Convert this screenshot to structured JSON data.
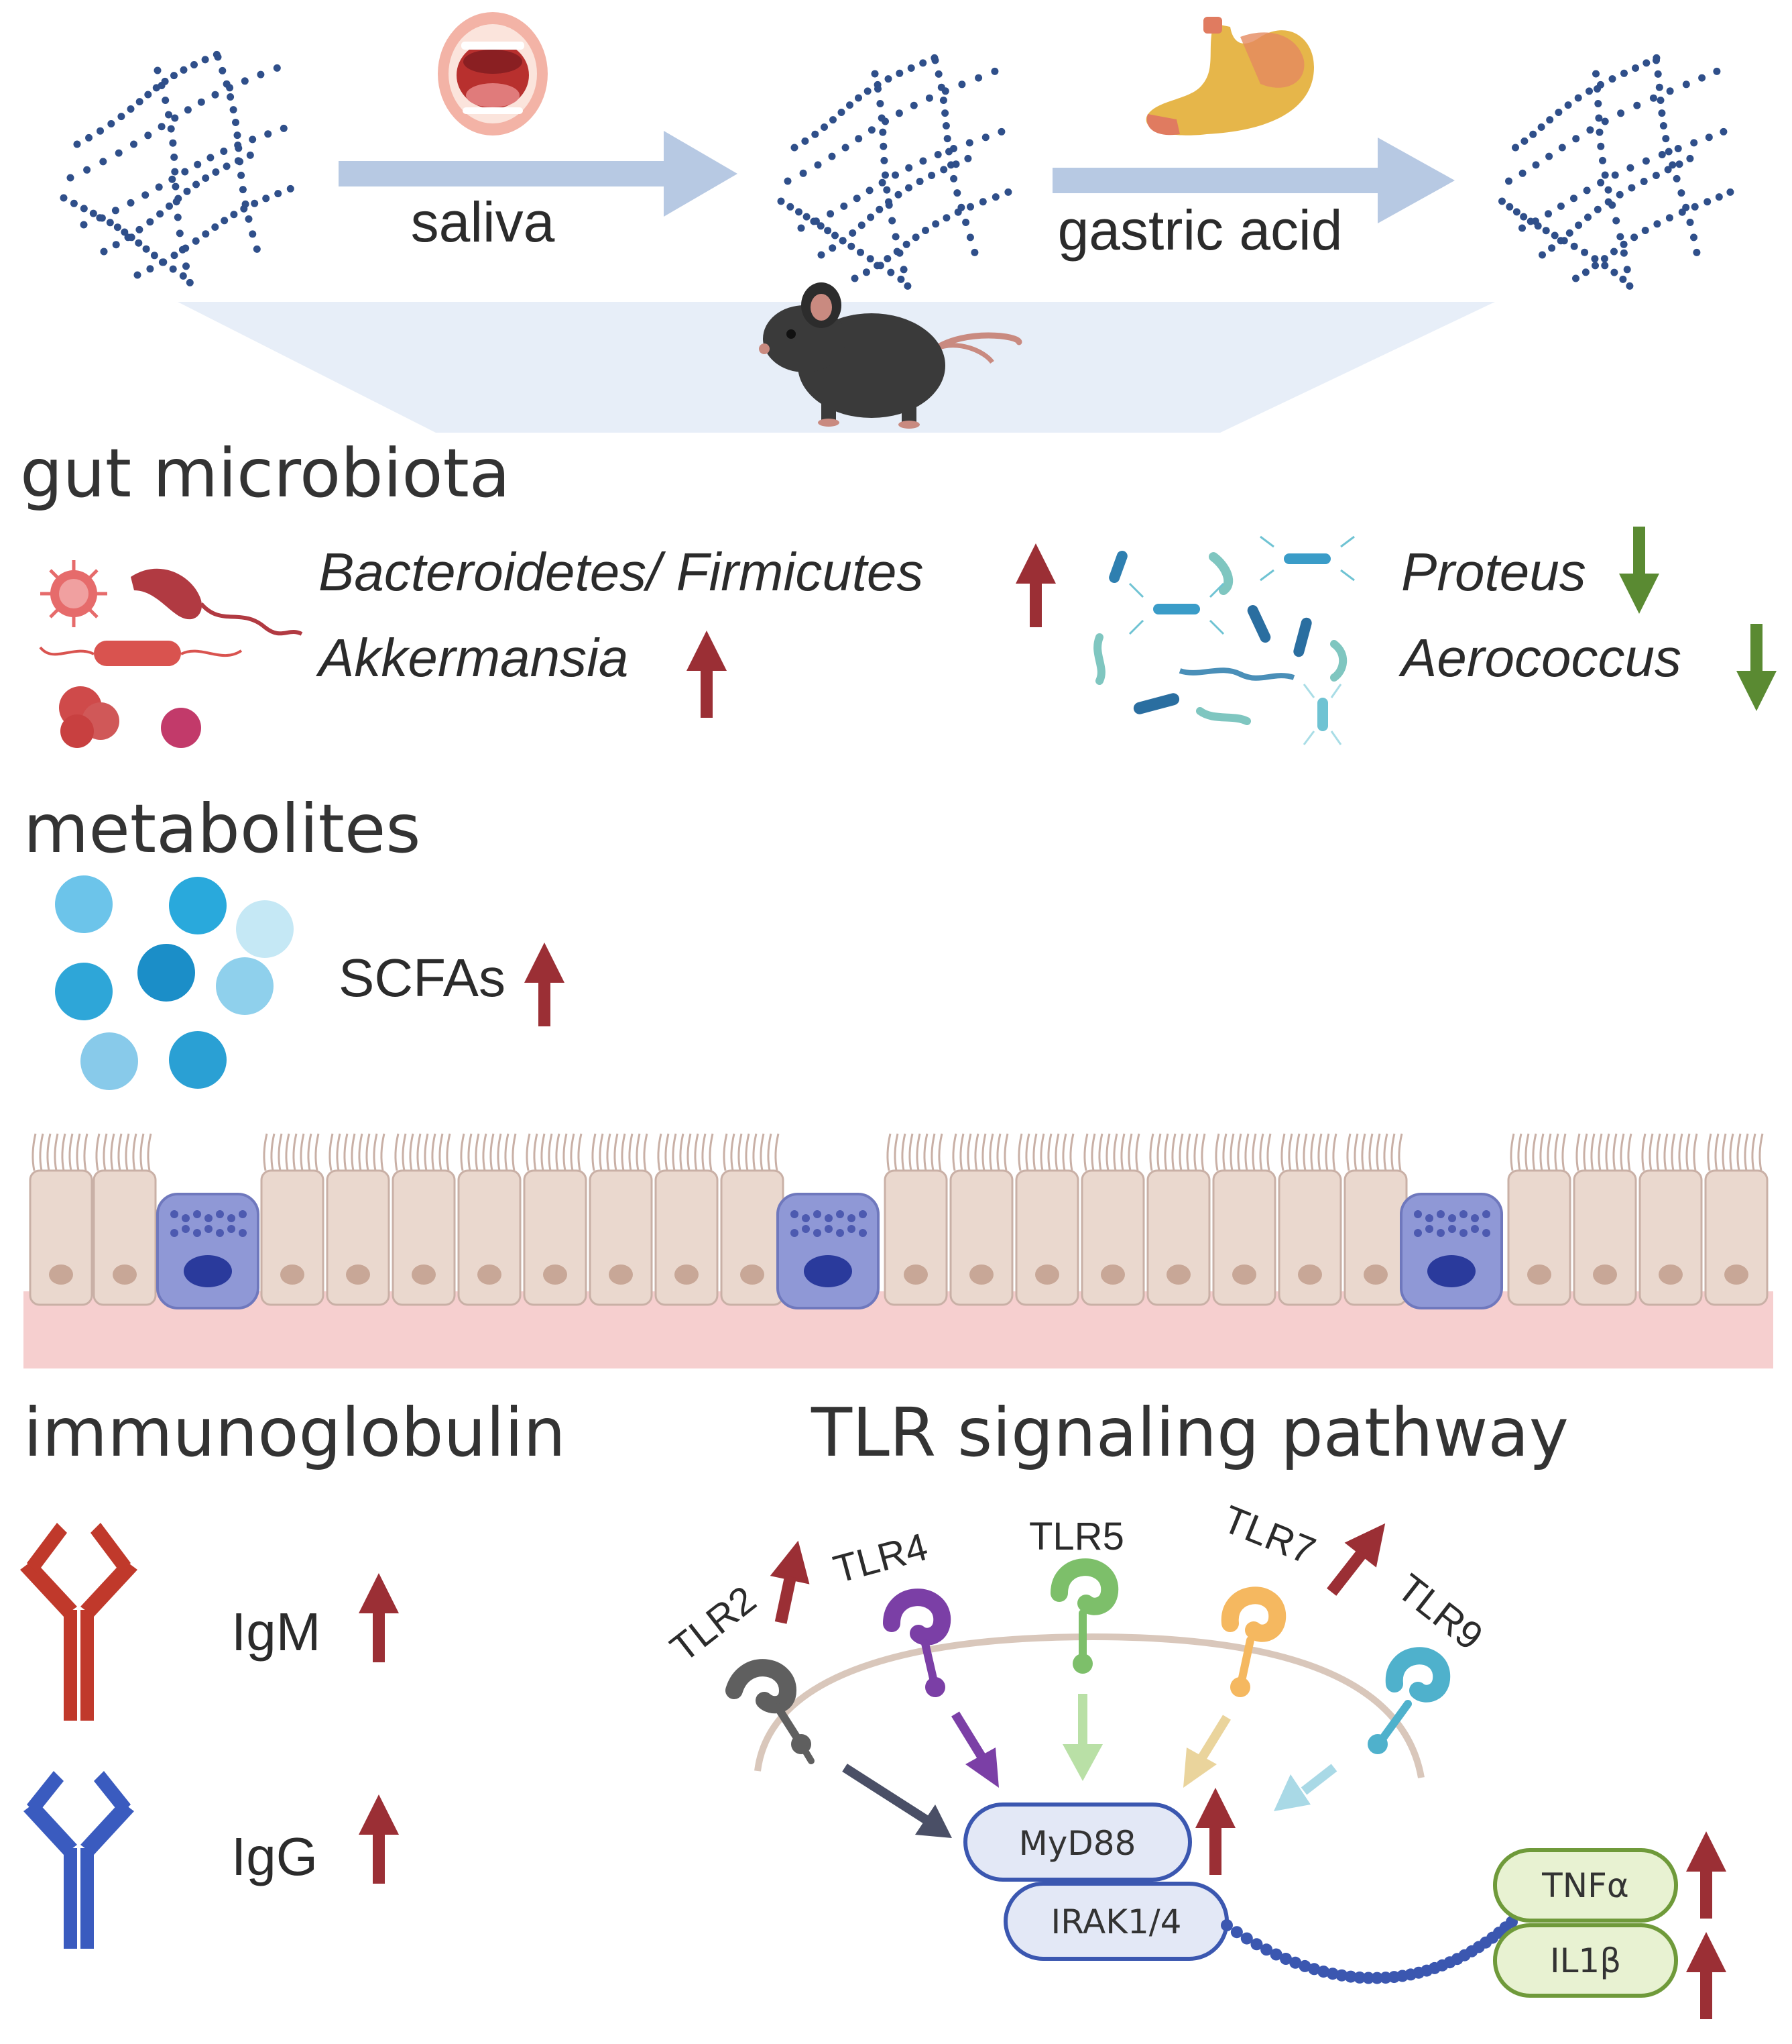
{
  "digestion": {
    "step1_label": "saliva",
    "step2_label": "gastric acid"
  },
  "sections": {
    "gut_microbiota": "gut microbiota",
    "metabolites": "metabolites",
    "immunoglobulin": "immunoglobulin",
    "tlr_pathway": "TLR signaling pathway"
  },
  "microbiota": {
    "increased": [
      {
        "name": "Bacteroidetes/ Firmicutes",
        "direction": "up"
      },
      {
        "name": "Akkermansia",
        "direction": "up"
      }
    ],
    "decreased": [
      {
        "name": "Proteus",
        "direction": "down"
      },
      {
        "name": "Aerococcus",
        "direction": "down"
      }
    ]
  },
  "metabolites": {
    "items": [
      {
        "name": "SCFAs",
        "direction": "up"
      }
    ]
  },
  "immunoglobulins": [
    {
      "name": "IgM",
      "direction": "up",
      "color": "#c0392b"
    },
    {
      "name": "IgG",
      "direction": "up",
      "color": "#3a5bbf"
    }
  ],
  "tlr": {
    "receptors": [
      {
        "name": "TLR2",
        "color": "#5f5f5f",
        "arrow_color": "#4a4f66",
        "direction": "up"
      },
      {
        "name": "TLR4",
        "color": "#7b3fa6",
        "arrow_color": "#7b3fa6"
      },
      {
        "name": "TLR5",
        "color": "#7dbf6a",
        "arrow_color": "#b9e0a6"
      },
      {
        "name": "TLR7",
        "color": "#f5b860",
        "arrow_color": "#ead49c",
        "direction": "up"
      },
      {
        "name": "TLR9",
        "color": "#4fb1cc",
        "arrow_color": "#a9d9e6"
      }
    ],
    "adaptor": "MyD88",
    "kinase": "IRAK1/4",
    "cytokines": [
      {
        "name": "TNFα",
        "direction": "up"
      },
      {
        "name": "IL1β",
        "direction": "up"
      }
    ]
  },
  "colors": {
    "up_arrow": "#9b2f35",
    "down_arrow": "#5a8a32",
    "flow_arrow": "#b7c9e3",
    "polysaccharide": "#2f4f8a",
    "epithelium": "#ead8ce",
    "goblet_cell": "#8f98d6",
    "basement": "#f6cfcf",
    "pill_fill": "#e3e8f6",
    "pill_stroke": "#3b57b0",
    "cytokine_fill": "#e8f2d2",
    "cytokine_stroke": "#6f9a3a"
  }
}
